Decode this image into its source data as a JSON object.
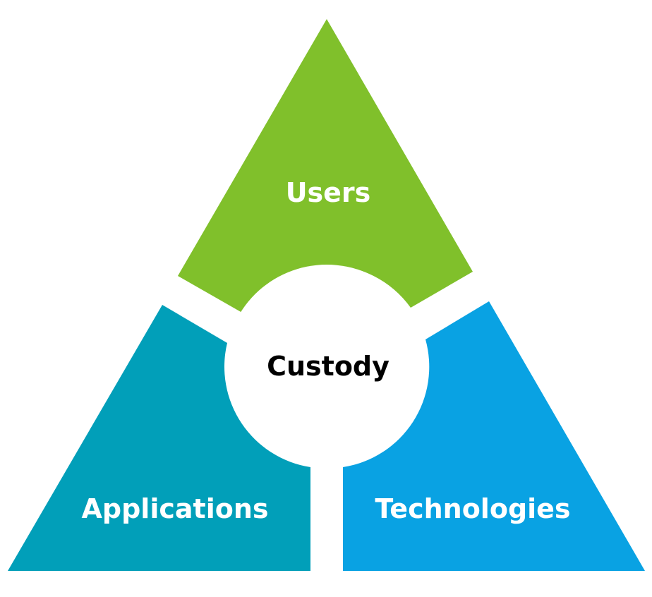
{
  "diagram": {
    "segments": [
      {
        "id": "users",
        "label": "Users",
        "color": "#80c02b"
      },
      {
        "id": "applications",
        "label": "Applications",
        "color": "#019fb9"
      },
      {
        "id": "technologies",
        "label": "Technologies",
        "color": "#09a2e3"
      }
    ],
    "center": {
      "label": "Custody",
      "color": "#ffffff"
    }
  }
}
